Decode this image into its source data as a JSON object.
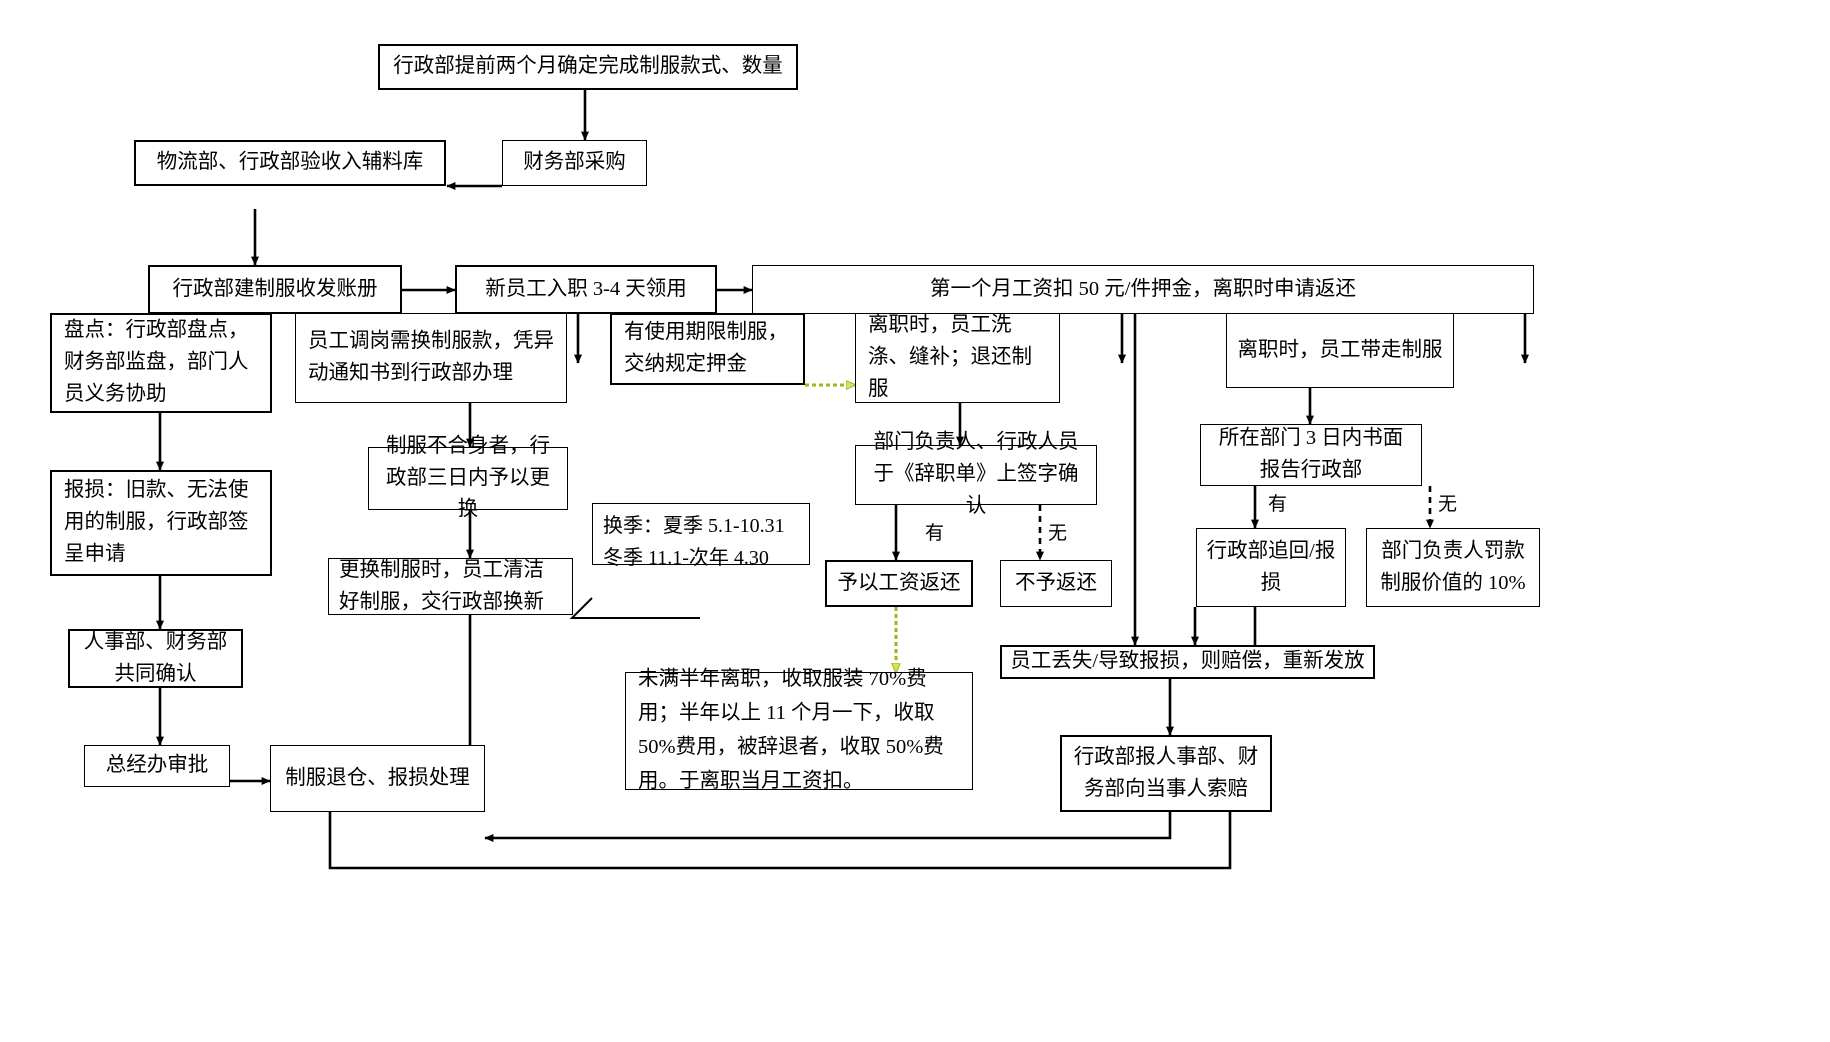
{
  "diagram": {
    "title": "制服管理流程图",
    "accent_dashed_color": "#a6b219",
    "line_color": "#000000",
    "nodes": [
      {
        "id": "n1",
        "name": "admin-decide-style-qty",
        "text": "行政部提前两个月确定完成制服款式、数量"
      },
      {
        "id": "n2",
        "name": "finance-purchase",
        "text": "财务部采购"
      },
      {
        "id": "n3",
        "name": "logistics-admin-accept",
        "text": "物流部、行政部验收入辅料库"
      },
      {
        "id": "n4",
        "name": "admin-build-ledger",
        "text": "行政部建制服收发账册"
      },
      {
        "id": "n5",
        "name": "new-employee-receive",
        "text": "新员工入职 3-4 天领用"
      },
      {
        "id": "n6",
        "name": "first-month-deposit",
        "text": "第一个月工资扣 50 元/件押金，离职时申请返还"
      },
      {
        "id": "n7",
        "name": "stocktaking",
        "text": "盘点：行政部盘点，财务部监盘，部门人员义务协助"
      },
      {
        "id": "n8",
        "name": "transfer-change-uniform",
        "text": "员工调岗需换制服款，凭异动通知书到行政部办理"
      },
      {
        "id": "n9",
        "name": "limited-period-uniform",
        "text": "有使用期限制服，交纳规定押金"
      },
      {
        "id": "n10",
        "name": "resign-wash-return",
        "text": "离职时，员工洗涤、缝补；退还制服"
      },
      {
        "id": "n11",
        "name": "resign-take-uniform",
        "text": "离职时，员工带走制服"
      },
      {
        "id": "n12",
        "name": "report-loss-apply",
        "text": "报损：旧款、无法使用的制服，行政部签呈申请"
      },
      {
        "id": "n13",
        "name": "uniform-not-fit-replace",
        "text": "制服不合身者，行政部三日内予以更换"
      },
      {
        "id": "n14",
        "name": "resign-form-signature",
        "text": "部门负责人、行政人员于《辞职单》上签字确认"
      },
      {
        "id": "n15",
        "name": "dept-written-report",
        "text": "所在部门 3 日内书面报告行政部"
      },
      {
        "id": "n16",
        "name": "hr-finance-confirm",
        "text": "人事部、财务部共同确认"
      },
      {
        "id": "n17",
        "name": "replace-clean-exchange",
        "text": "更换制服时，员工清洁好制服，交行政部换新"
      },
      {
        "id": "n18",
        "name": "refund-from-salary",
        "text": "予以工资返还"
      },
      {
        "id": "n19",
        "name": "no-refund",
        "text": "不予返还"
      },
      {
        "id": "n20",
        "name": "admin-recover-or-loss",
        "text": "行政部追回/报损"
      },
      {
        "id": "n21",
        "name": "dept-head-penalty",
        "text": "部门负责人罚款制服价值的 10%"
      },
      {
        "id": "n22",
        "name": "gm-office-approval",
        "text": "总经办审批"
      },
      {
        "id": "n23",
        "name": "uniform-return-loss-handle",
        "text": "制服退仓、报损处理"
      },
      {
        "id": "n24",
        "name": "employee-loss-compensate",
        "text": "员工丢失/导致报损，则赔偿，重新发放"
      },
      {
        "id": "n25",
        "name": "admin-report-claim",
        "text": "行政部报人事部、财务部向当事人索赔"
      },
      {
        "id": "n26",
        "name": "season-change-note",
        "text": "换季：夏季 5.1-10.31\n冬季 11.1-次年 4.30"
      },
      {
        "id": "n27",
        "name": "resign-fee-policy",
        "text": "未满半年离职，收取服装 70%费用；半年以上 11 个月一下，收取 50%费用，被辞退者，收取 50%费用。于离职当月工资扣。"
      }
    ],
    "edge_labels": [
      {
        "id": "e1",
        "name": "branch-label-you-left",
        "text": "有"
      },
      {
        "id": "e2",
        "name": "branch-label-wu-right",
        "text": "无"
      },
      {
        "id": "e3",
        "name": "branch-label-you-right",
        "text": "有"
      },
      {
        "id": "e4",
        "name": "branch-label-wu-far",
        "text": "无"
      }
    ]
  }
}
